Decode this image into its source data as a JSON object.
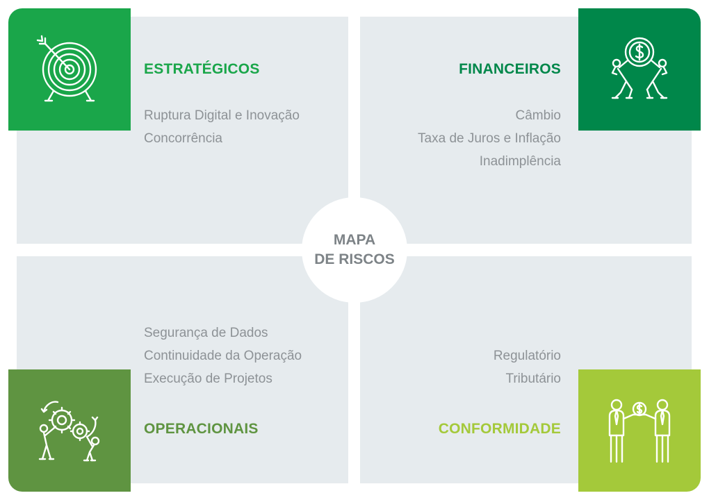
{
  "center": {
    "line1": "MAPA",
    "line2": "DE RISCOS"
  },
  "quadrants": {
    "strategic": {
      "title": "ESTRATÉGICOS",
      "items": [
        "Ruptura Digital e Inovação",
        "Concorrência"
      ],
      "icon": "target-arrow-icon",
      "color": "#1aa64a"
    },
    "financial": {
      "title": "FINANCEIROS",
      "items": [
        "Câmbio",
        "Taxa de Juros e Inflação",
        "Inadimplência"
      ],
      "icon": "people-lifting-coin-icon",
      "color": "#00874a"
    },
    "operational": {
      "title": "OPERACIONAIS",
      "items": [
        "Segurança de Dados",
        "Continuidade da Operação",
        "Execução de Projetos"
      ],
      "icon": "people-pushing-gears-icon",
      "color": "#5f9441"
    },
    "compliance": {
      "title": "CONFORMIDADE",
      "items": [
        "Regulatório",
        "Tributário"
      ],
      "icon": "businessmen-coins-icon",
      "color": "#a4c93a"
    }
  },
  "colors": {
    "panel": "#e6ebee",
    "item_text": "#8d9296",
    "center_text": "#7d8387"
  }
}
